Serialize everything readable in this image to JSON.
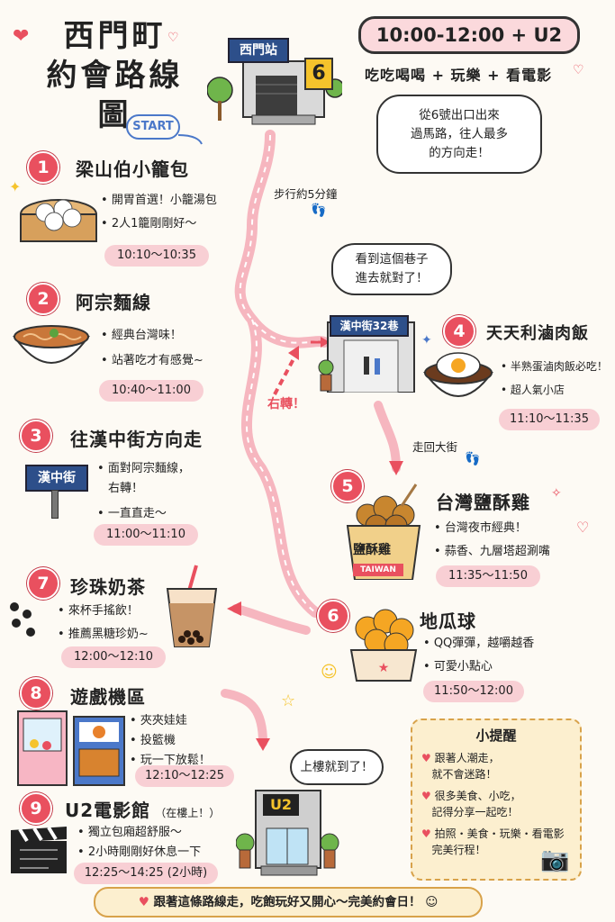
{
  "title": {
    "line1": "西門町",
    "line2": "約會路線圖"
  },
  "header": {
    "time": "10:00-12:00 + U2",
    "subtitle": "吃吃喝喝 + 玩樂 + 看電影"
  },
  "station": {
    "sign": "西門站",
    "exit": "6"
  },
  "start_label": "START",
  "exit_bubble": [
    "從6號出口出來",
    "過馬路，往人最多",
    "的方向走！"
  ],
  "walk_note": "步行約5分鐘",
  "alley_bubble": [
    "看到這個巷子",
    "進去就對了！"
  ],
  "alley_sign": "漢中街32巷",
  "turn_note": "右轉！",
  "back_note": "走回大街",
  "street_sign": "漢中街",
  "stops": [
    {
      "num": "1",
      "name": "梁山伯小籠包",
      "bullets": [
        "開胃首選！小籠湯包",
        "2人1籠剛剛好～"
      ],
      "time": "10:10～10:35"
    },
    {
      "num": "2",
      "name": "阿宗麵線",
      "bullets": [
        "經典台灣味！",
        "站著吃才有感覺~"
      ],
      "time": "10:40～11:00"
    },
    {
      "num": "3",
      "name": "往漢中街方向走",
      "bullets": [
        "面對阿宗麵線，",
        "右轉！",
        "一直直走～"
      ],
      "time": "11:00～11:10"
    },
    {
      "num": "4",
      "name": "天天利滷肉飯",
      "bullets": [
        "半熟蛋滷肉飯必吃！",
        "超人氣小店"
      ],
      "time": "11:10～11:35"
    },
    {
      "num": "5",
      "name": "台灣鹽酥雞",
      "bullets": [
        "台灣夜市經典！",
        "蒜香、九層塔超涮嘴"
      ],
      "time": "11:35～11:50"
    },
    {
      "num": "6",
      "name": "地瓜球",
      "bullets": [
        "QQ彈彈，越嚼越香",
        "可愛小點心"
      ],
      "time": "11:50～12:00"
    },
    {
      "num": "7",
      "name": "珍珠奶茶",
      "bullets": [
        "來杯手搖飲！",
        "推薦黑糖珍奶~"
      ],
      "time": "12:00～12:10"
    },
    {
      "num": "8",
      "name": "遊戲機區",
      "bullets": [
        "夾夾娃娃",
        "投籃機",
        "玩一下放鬆！"
      ],
      "time": "12:10～12:25"
    },
    {
      "num": "9",
      "name": "U2電影館",
      "name_note": "（在樓上！）",
      "bullets": [
        "獨立包廂超舒服～",
        "2小時剛剛好休息一下"
      ],
      "time": "12:25～14:25 (2小時)"
    }
  ],
  "chicken_bag": {
    "label": "鹽酥雞",
    "sub": "TAIWAN"
  },
  "u2_bubble": "上樓就到了！",
  "u2_sign": "U2",
  "tips": {
    "title": "小提醒",
    "items": [
      [
        "跟著人潮走，",
        "就不會迷路！"
      ],
      [
        "很多美食、小吃，",
        "記得分享一起吃！"
      ],
      [
        "拍照・美食・玩樂・看電影",
        "完美行程！"
      ]
    ]
  },
  "footer": "跟著這條路線走，吃飽玩好又開心～完美約會日！",
  "colors": {
    "accent": "#e9505f",
    "pink": "#f8cfd4",
    "cream": "#fcefcf",
    "sign_blue": "#2d4f8a"
  }
}
